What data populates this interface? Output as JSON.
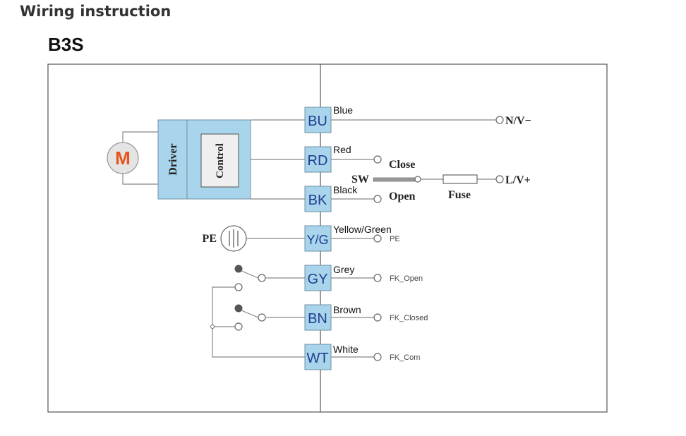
{
  "heading": "Wiring instruction",
  "model": "B3S",
  "motor_label": "M",
  "driver_label": "Driver",
  "control_label": "Control",
  "terminals": [
    {
      "code": "BU",
      "color_name": "Blue"
    },
    {
      "code": "RD",
      "color_name": "Red"
    },
    {
      "code": "BK",
      "color_name": "Black"
    },
    {
      "code": "Y/G",
      "color_name": "Yellow/Green"
    },
    {
      "code": "GY",
      "color_name": "Grey"
    },
    {
      "code": "BN",
      "color_name": "Brown"
    },
    {
      "code": "WT",
      "color_name": "White"
    }
  ],
  "connections": {
    "neutral": "N/V−",
    "close": "Close",
    "open": "Open",
    "switch": "SW",
    "fuse": "Fuse",
    "live": "L/V+",
    "pe_left": "PE",
    "pe_right": "PE",
    "fk_open": "FK_Open",
    "fk_closed": "FK_Closed",
    "fk_com": "FK_Com"
  },
  "colors": {
    "terminal_fill": "#a8d4ec",
    "driver_fill": "#a8d4ec",
    "motor_letter": "#e8541e",
    "terminal_text": "#1f3f8f"
  }
}
